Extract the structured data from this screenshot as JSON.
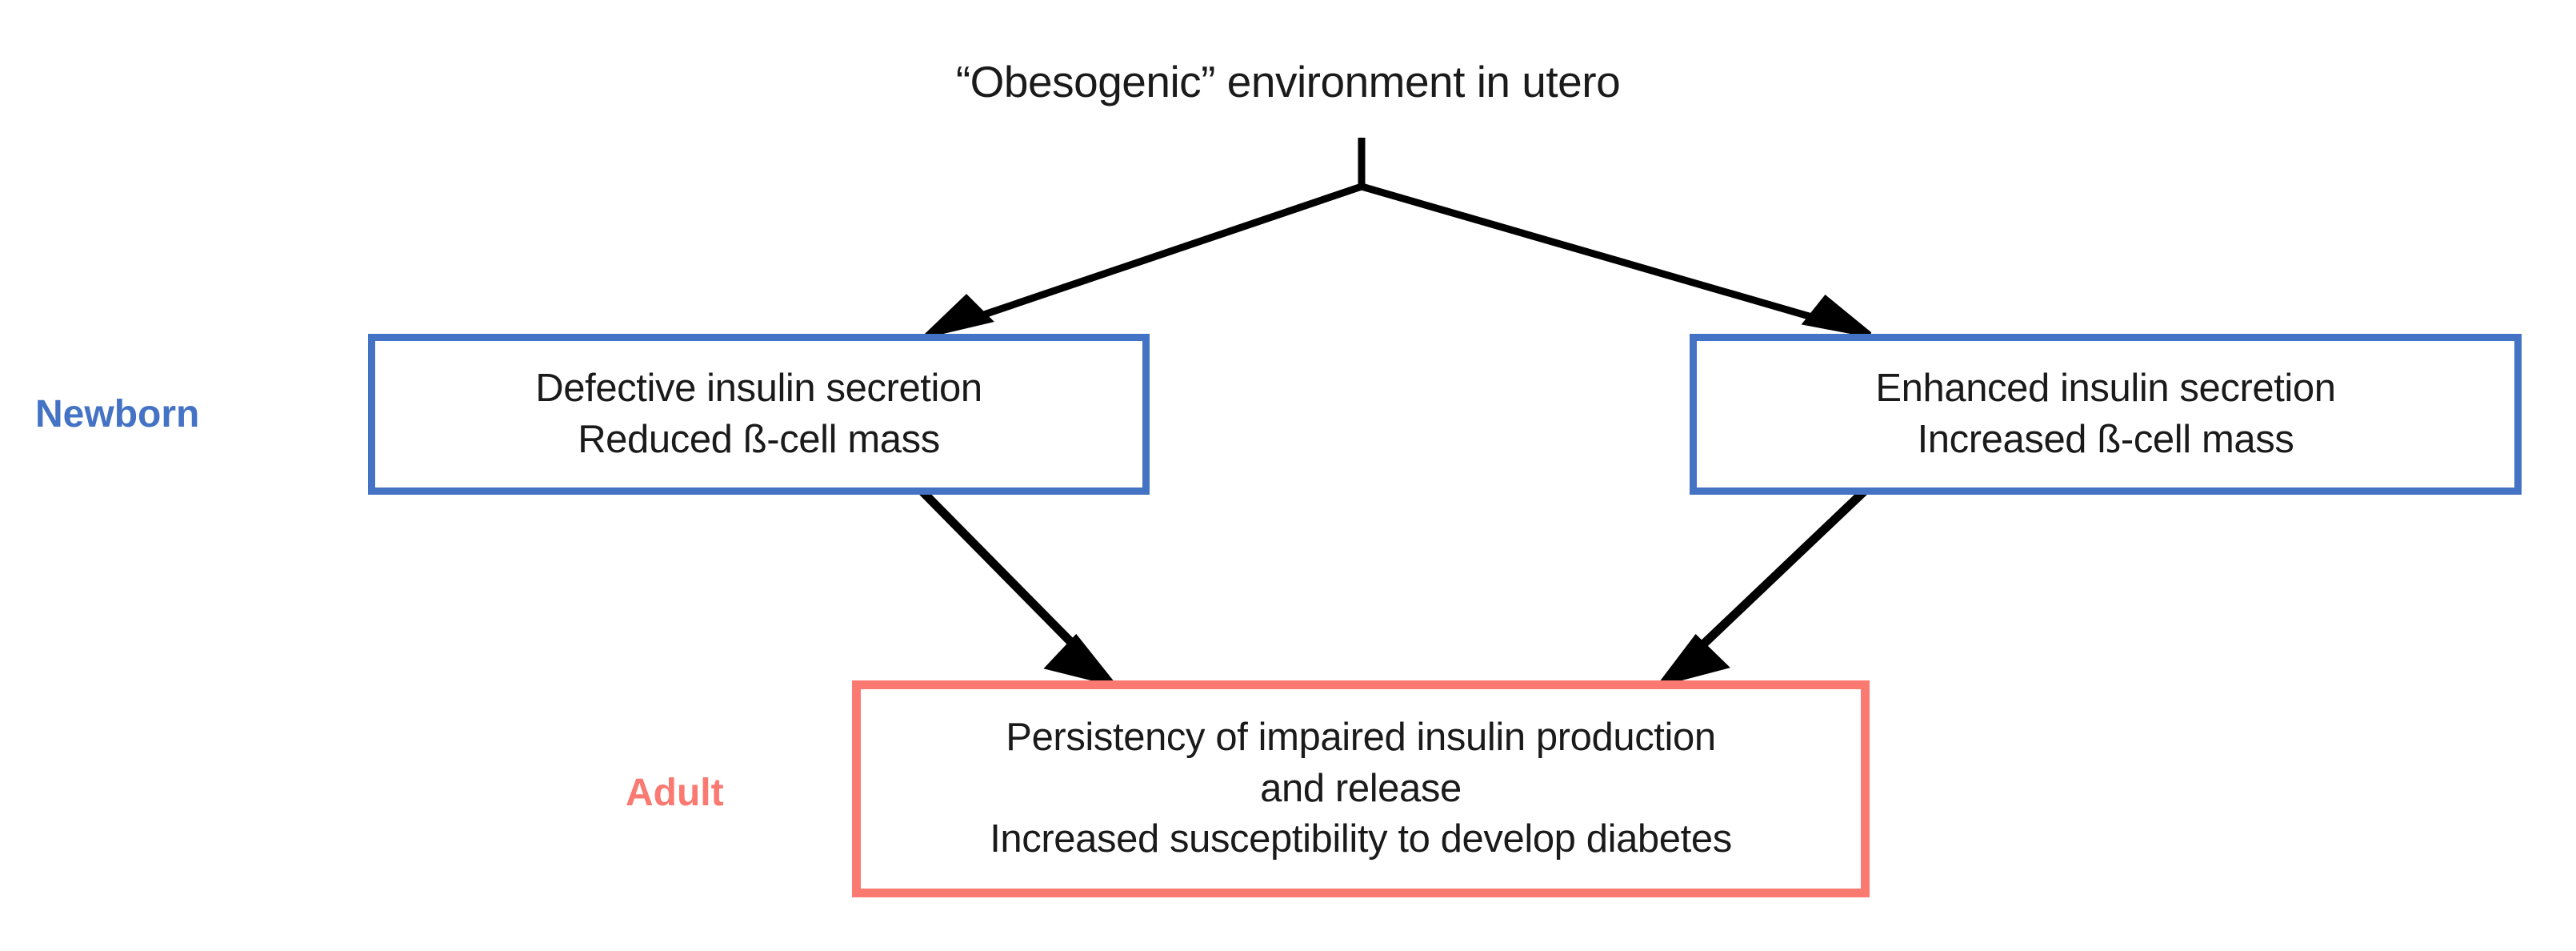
{
  "diagram": {
    "title": "“Obesogenic” environment in utero",
    "background_color": "#ffffff",
    "newborn_border_color": "#4472c4",
    "adult_border_color": "#fa7a72",
    "arrow_color": "#000000",
    "stage_labels": {
      "newborn": "Newborn",
      "adult": "Adult"
    },
    "nodes": {
      "newborn_left": {
        "line1": "Defective insulin secretion",
        "line2": "Reduced ß-cell mass"
      },
      "newborn_right": {
        "line1": "Enhanced insulin secretion",
        "line2": "Increased ß-cell mass"
      },
      "adult": {
        "line1": "Persistency of impaired insulin production",
        "line2": "and release",
        "line3": "Increased susceptibility to develop diabetes"
      }
    },
    "edges": [
      {
        "name": "utero-to-newborn-left",
        "from": "title",
        "to": "newborn_left",
        "style": "solid-arrow"
      },
      {
        "name": "utero-to-newborn-right",
        "from": "title",
        "to": "newborn_right",
        "style": "solid-arrow"
      },
      {
        "name": "newborn-left-to-adult",
        "from": "newborn_left",
        "to": "adult",
        "style": "solid-arrow"
      },
      {
        "name": "newborn-right-to-adult",
        "from": "newborn_right",
        "to": "adult",
        "style": "solid-arrow"
      }
    ]
  }
}
